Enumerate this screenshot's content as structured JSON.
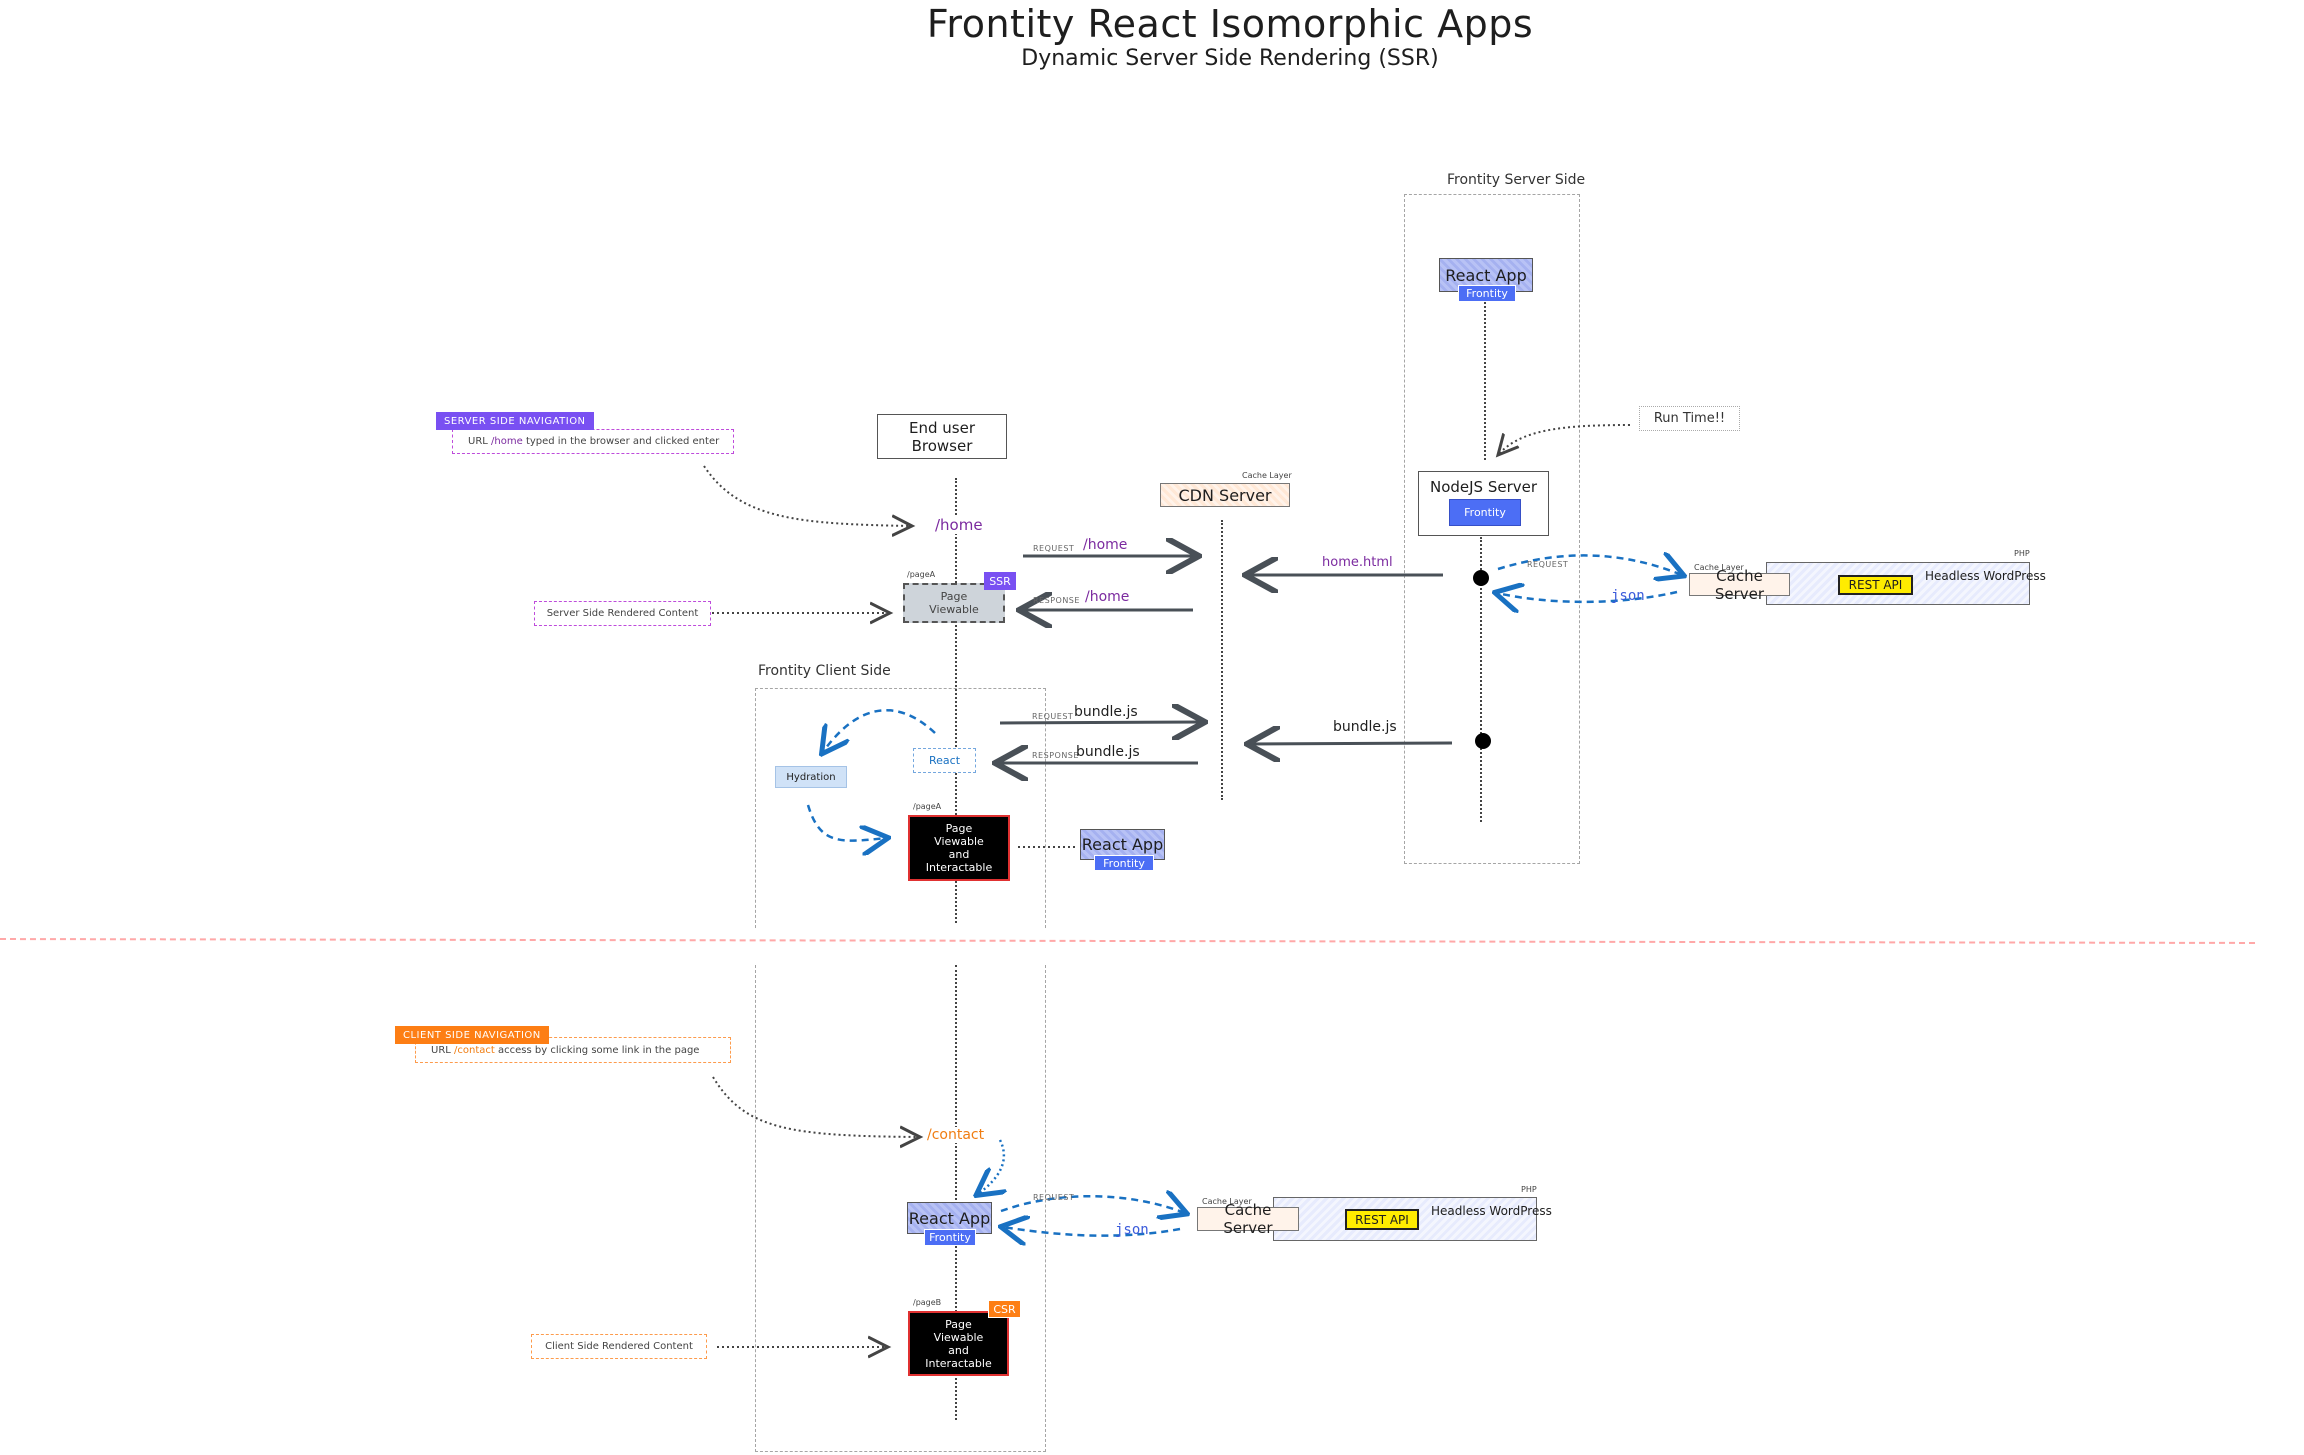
{
  "title": "Frontity React Isomorphic Apps",
  "subtitle": "Dynamic Server Side Rendering (SSR)",
  "groups": {
    "server_side": "Frontity Server Side",
    "client_side": "Frontity Client Side"
  },
  "server_nav": {
    "tag": "SERVER SIDE NAVIGATION",
    "note_prefix": "URL",
    "note_route": "/home",
    "note_suffix": "typed in the browser and clicked enter",
    "ssr_content_note": "Server Side Rendered Content"
  },
  "client_nav": {
    "tag": "CLIENT SIDE NAVIGATION",
    "note_prefix": "URL",
    "note_route": "/contact",
    "note_suffix": "access by clicking some link in the page",
    "csr_content_note": "Client Side Rendered Content"
  },
  "browser": {
    "line1": "End user",
    "line2": "Browser"
  },
  "routes": {
    "home": "/home",
    "contact": "/contact"
  },
  "cdn": {
    "label": "CDN Server",
    "layer": "Cache Layer"
  },
  "node": {
    "label": "NodeJS Server",
    "tag": "Frontity"
  },
  "react_app": {
    "label": "React App",
    "tag": "Frontity"
  },
  "run_time": "Run Time!!",
  "cache_server": {
    "label": "Cache Server",
    "layer": "Cache Layer"
  },
  "wordpress": {
    "label": "Headless WordPress",
    "rest": "REST API",
    "lang": "PHP"
  },
  "messages": {
    "request": "REQUEST",
    "response": "RESPONSE",
    "home_html": "home.html",
    "bundle": "bundle.js",
    "json": "json"
  },
  "page_a": {
    "path": "/pageA",
    "badge": "SSR",
    "ssr_l1": "Page",
    "ssr_l2": "Viewable",
    "l1": "Page",
    "l2": "Viewable",
    "l3": "and",
    "l4": "Interactable"
  },
  "page_b": {
    "path": "/pageB",
    "badge": "CSR",
    "l1": "Page",
    "l2": "Viewable",
    "l3": "and",
    "l4": "Interactable"
  },
  "react_small": "React",
  "hydration": "Hydration",
  "colors": {
    "ssr_purple": "#7950f2",
    "csr_orange": "#fd7e14",
    "frontity_blue": "#4c6ef5",
    "rest_yellow": "#ffec00",
    "json_blue": "#1971c2",
    "divider_red": "#ffa8a8"
  }
}
